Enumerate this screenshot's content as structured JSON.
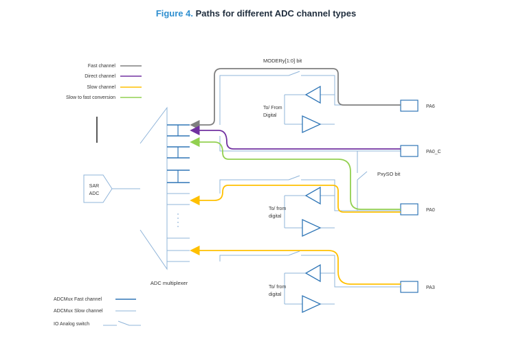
{
  "title": {
    "figure": "Figure 4.",
    "text": "Paths for different ADC channel types"
  },
  "legend_top": [
    {
      "label": "Fast channel",
      "color": "#7f7f7f"
    },
    {
      "label": "Direct channel",
      "color": "#7030a0"
    },
    {
      "label": "Slow channel",
      "color": "#ffc000"
    },
    {
      "label": "Slow to fast conversion",
      "color": "#92d050"
    }
  ],
  "legend_bottom": [
    {
      "label": "ADCMux Fast channel"
    },
    {
      "label": "ADCMux Slow channel"
    },
    {
      "label": "IO Analog switch"
    }
  ],
  "labels": {
    "sar": "SAR",
    "adc": "ADC",
    "mux": "ADC multiplexer",
    "moder": "MODERy[1:0] bit",
    "pxyso": "PxySO bit",
    "tofrom1": "To/ From",
    "digital1": "Digital",
    "tofrom2": "To/ from",
    "digital2": "digital",
    "tofrom3": "To/ from",
    "digital3": "digital"
  },
  "pins": [
    "PA6",
    "PA0_C",
    "PA0",
    "PA3"
  ],
  "colors": {
    "blue": "#2e75b6",
    "lightblue": "#8fb4d9",
    "fast": "#7f7f7f",
    "direct": "#7030a0",
    "slow": "#ffc000",
    "s2f": "#92d050"
  }
}
